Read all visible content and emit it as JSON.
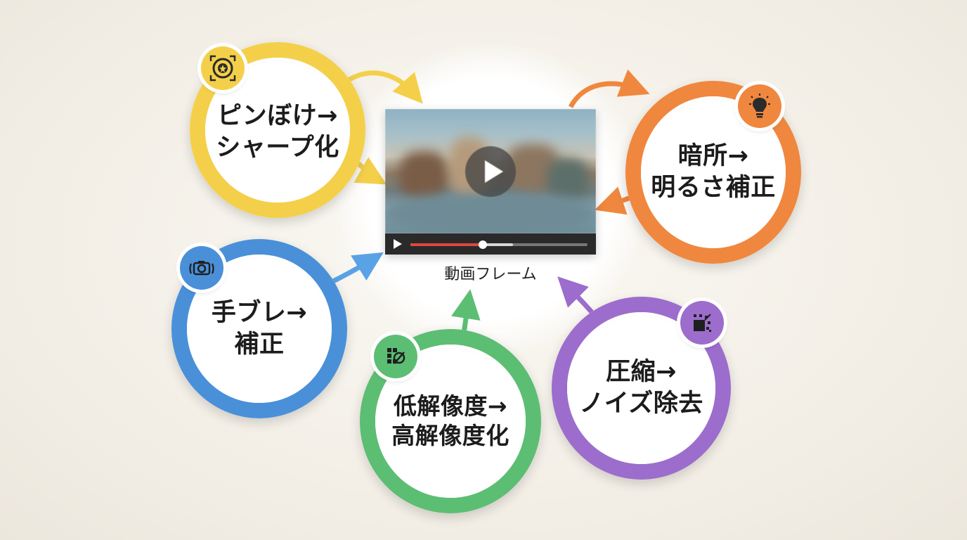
{
  "center": {
    "caption": "動画フレーム",
    "video": {
      "progress": 0.41,
      "buffered": 0.58
    }
  },
  "nodes": [
    {
      "id": "deblur",
      "lines": [
        "ピンぼけ→",
        "シャープ化"
      ],
      "color": "#f4d04a",
      "icon": "focus-target-icon"
    },
    {
      "id": "lowlight",
      "lines": [
        "暗所→",
        "明るさ補正"
      ],
      "color": "#f0873e",
      "icon": "lightbulb-icon"
    },
    {
      "id": "stabilize",
      "lines": [
        "手ブレ→",
        "補正"
      ],
      "color": "#4a90d9",
      "icon": "camera-shake-icon"
    },
    {
      "id": "superres",
      "lines": [
        "低解像度→",
        "高解像度化"
      ],
      "color": "#5cbe73",
      "icon": "pixel-grid-icon"
    },
    {
      "id": "denoise",
      "lines": [
        "圧縮→",
        "ノイズ除去"
      ],
      "color": "#9c6dcc",
      "icon": "noise-pixels-icon"
    }
  ]
}
